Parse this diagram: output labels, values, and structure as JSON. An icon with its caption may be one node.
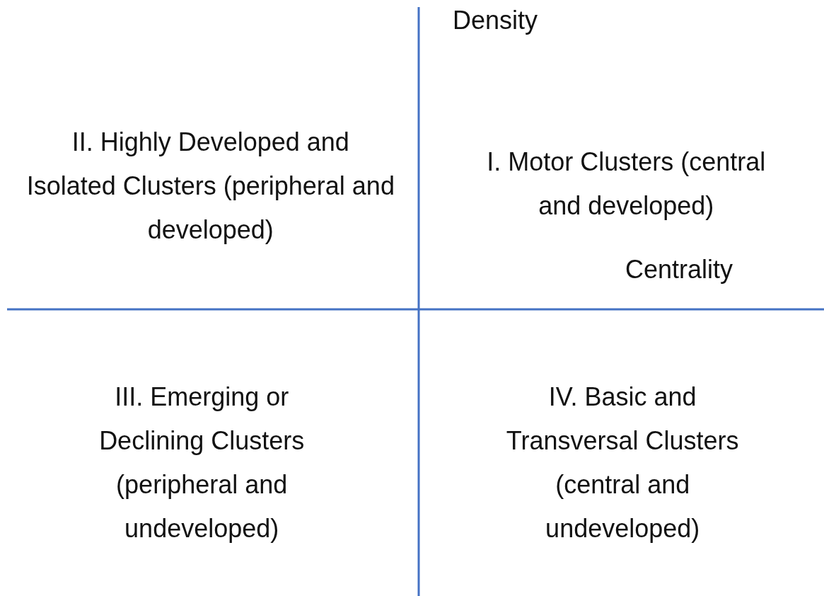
{
  "diagram": {
    "labels": [
      "Density",
      "II. Highly Developed and Isolated Clusters (peripheral and developed)",
      "I. Motor Clusters (central and developed)",
      "Centrality",
      "III. Emerging or Declining Clusters (peripheral and undeveloped)",
      "IV. Basic and Transversal Clusters (central and undeveloped)"
    ]
  }
}
